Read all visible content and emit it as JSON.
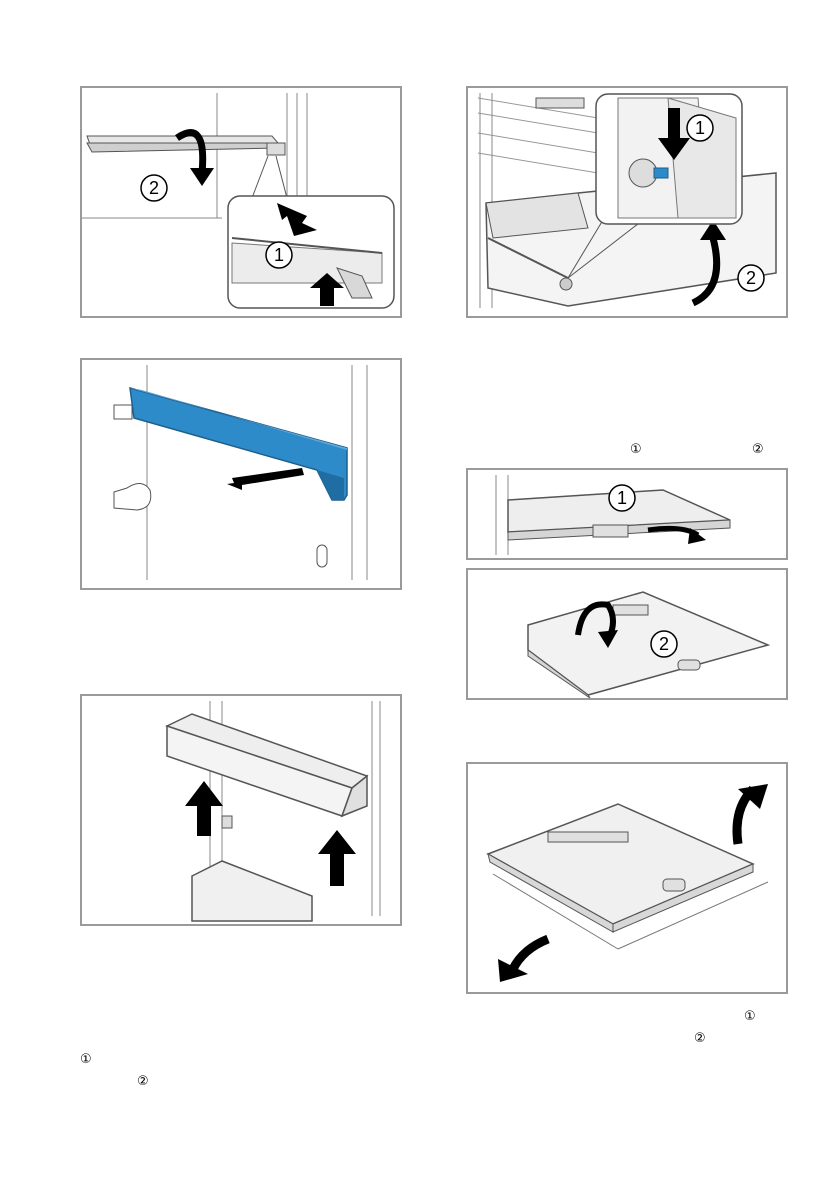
{
  "figures": {
    "fig1": {
      "callouts": [
        "1",
        "2"
      ]
    },
    "fig3": {
      "callouts": [
        "1",
        "2"
      ]
    },
    "fig5": {
      "callouts": [
        "1"
      ]
    },
    "fig6": {
      "callouts": [
        "2"
      ]
    }
  },
  "markers": {
    "right_col_step_1": "①",
    "right_col_step_2": "②",
    "left_bottom_1": "①",
    "left_bottom_2": "②",
    "right_bottom_1": "①",
    "right_bottom_2": "②"
  },
  "colors": {
    "frame": "#9a9a9a",
    "accent_blue": "#2e8bc9",
    "arrow": "#000000",
    "line": "#555555"
  }
}
